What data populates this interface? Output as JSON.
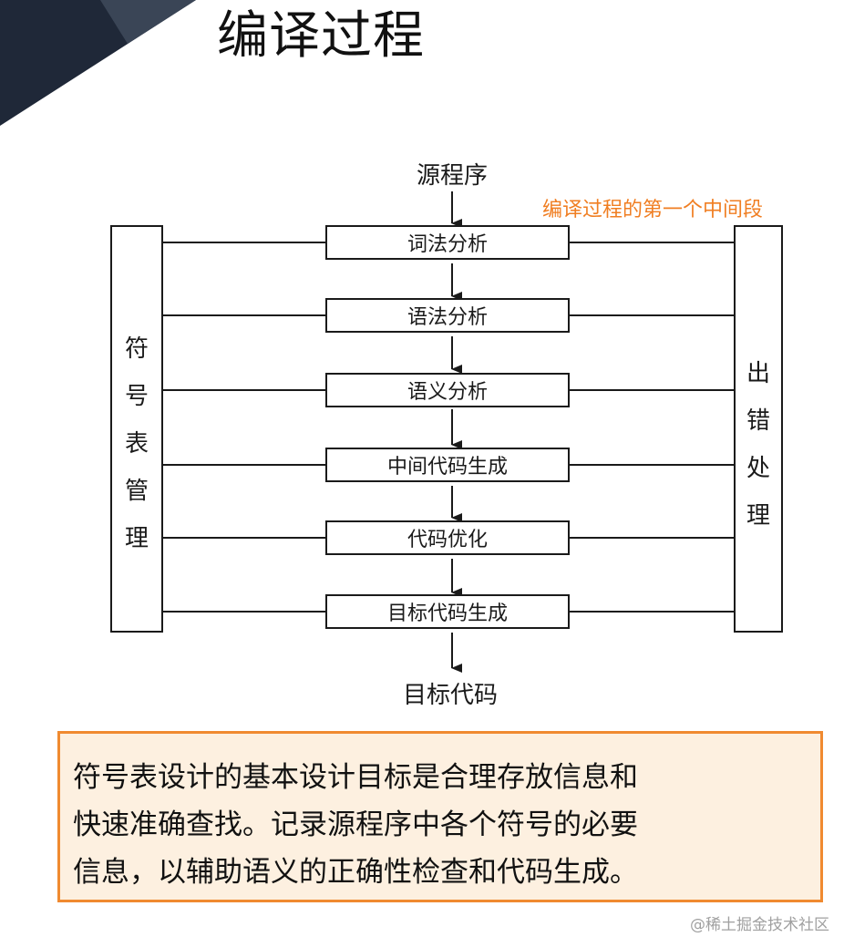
{
  "slide": {
    "title": "编译过程"
  },
  "diagram": {
    "input_label": "源程序",
    "output_label": "目标代码",
    "stages": [
      "词法分析",
      "语法分析",
      "语义分析",
      "中间代码生成",
      "代码优化",
      "目标代码生成"
    ],
    "left_panel_chars": [
      "符",
      "号",
      "表",
      "管",
      "理"
    ],
    "right_panel_chars": [
      "出",
      "错",
      "处",
      "理"
    ]
  },
  "annotation": {
    "text": "编译过程的第一个中间段",
    "color": "#f07e22"
  },
  "note": {
    "lines": [
      "符号表设计的基本设计目标是合理存放信息和",
      "快速准确查找。记录源程序中各个符号的必要",
      "信息，以辅助语义的正确性检查和代码生成。"
    ],
    "border_color": "#f08a30",
    "background_color": "#fdf0e0"
  },
  "watermark": {
    "text": "@稀土掘金技术社区"
  }
}
